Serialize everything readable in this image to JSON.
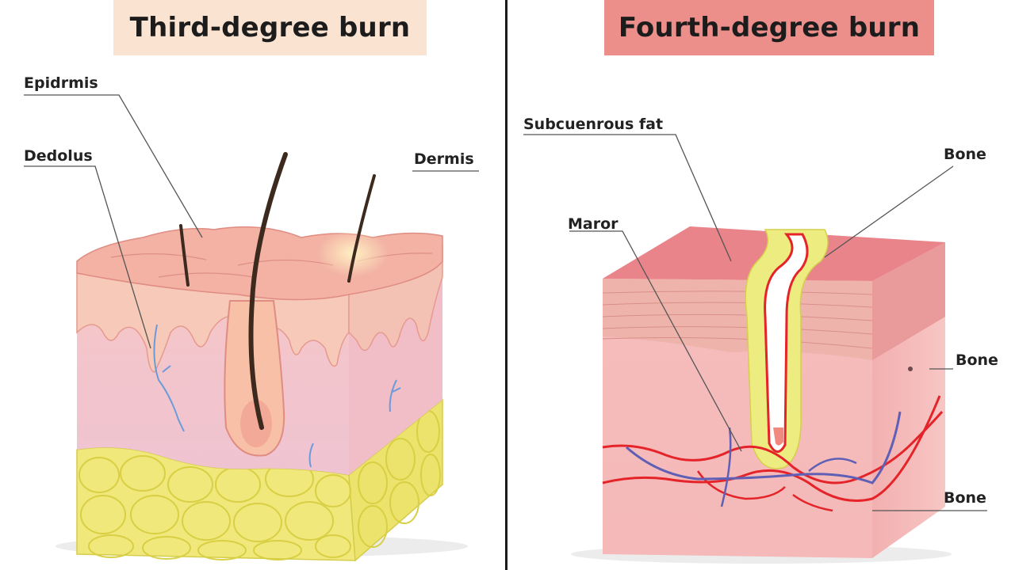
{
  "panels": {
    "left": {
      "title": "Third-degree burn",
      "title_bg": "#fbe3d2",
      "labels": {
        "epidermis": "Epidrmis",
        "dedolus": "Dedolus",
        "dermis": "Dermis"
      }
    },
    "right": {
      "title": "Fourth-degree burn",
      "title_bg": "#ec8f8a",
      "labels": {
        "subcutaneous_fat": "Subcuenrous fat",
        "bone_top": "Bone",
        "maror": "Maror",
        "bone_middle": "Bone",
        "bone_bottom": "Bone"
      }
    }
  },
  "colors": {
    "skin_top": "#f4b8a8",
    "dermis": "#f3c9cf",
    "fat": "#f2e97a",
    "muscle": "#f3a7a5",
    "artery": "#e5242a",
    "vein": "#5f5fb5",
    "nerve": "#6b9bd8",
    "hair": "#3d2a1e"
  }
}
